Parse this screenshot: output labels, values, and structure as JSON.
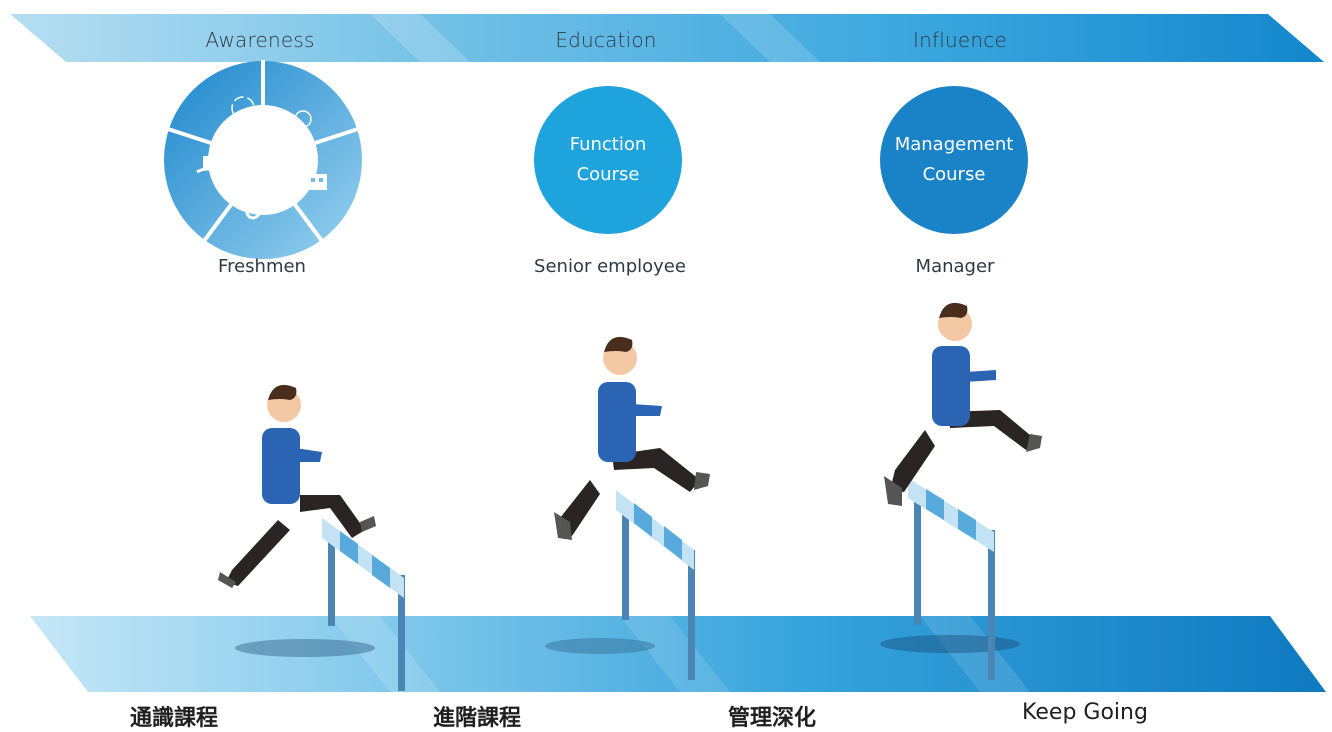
{
  "stages": [
    {
      "label": "Awareness"
    },
    {
      "label": "Education"
    },
    {
      "label": "Influence"
    }
  ],
  "circles": {
    "function": {
      "line1": "Function",
      "line2": "Course"
    },
    "management": {
      "line1": "Management",
      "line2": "Course"
    }
  },
  "roles": [
    "Freshmen",
    "Senior employee",
    "Manager"
  ],
  "bottom_labels": [
    "通識課程",
    "進階課程",
    "管理深化",
    "Keep Going"
  ],
  "colors": {
    "banner_light": "#a9d6ee",
    "banner_dark": "#1a8fd0",
    "function_circle": "#1fa3dd",
    "management_circle": "#1a82c6",
    "suit": "#2b64b3",
    "pants": "#2a2424",
    "hurdle_post": "#4a85b3",
    "floor_light": "#b8e1f5",
    "floor_dark": "#1c88ca"
  },
  "icons": [
    "recycle-icon",
    "lightbulb-icon",
    "building-icon",
    "gears-icon",
    "hand-house-icon"
  ]
}
